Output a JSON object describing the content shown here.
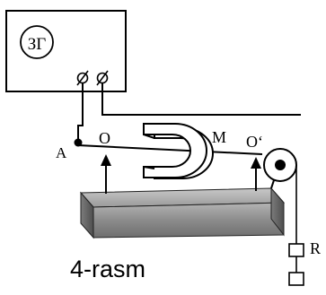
{
  "generator": {
    "label": "ЗГ"
  },
  "labels": {
    "point_a": "A",
    "point_o": "O",
    "magnet": "M",
    "point_o_prime": "O‘",
    "weight": "R"
  },
  "caption": "4-rasm"
}
